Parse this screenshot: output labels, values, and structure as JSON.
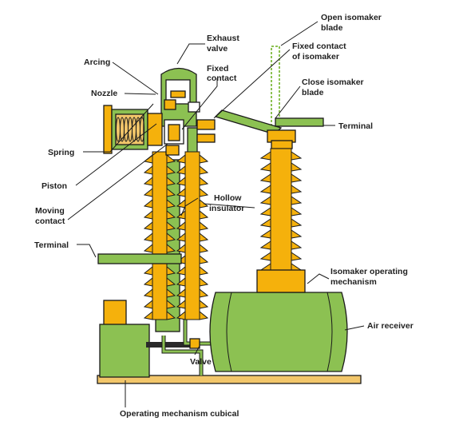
{
  "diagram": {
    "colors": {
      "green": "#8cc152",
      "orange": "#f5b10c",
      "outline": "#1a1a1a",
      "base": "#f2c66a",
      "text": "#1f1f1f"
    },
    "labels": {
      "open_blade_1": "Open isomaker",
      "open_blade_2": "blade",
      "exhaust_1": "Exhaust",
      "exhaust_2": "valve",
      "fixed_iso_1": "Fixed contact",
      "fixed_iso_2": "of isomaker",
      "arcing": "Arcing",
      "fixed_contact_1": "Fixed",
      "fixed_contact_2": "contact",
      "nozzle": "Nozzle",
      "close_blade_1": "Close isomaker",
      "close_blade_2": "blade",
      "terminal_right": "Terminal",
      "spring": "Spring",
      "piston": "Piston",
      "hollow_1": "Hollow",
      "hollow_2": "insulator",
      "moving_1": "Moving",
      "moving_2": "contact",
      "terminal_left": "Terminal",
      "iso_mech_1": "Isomaker operating",
      "iso_mech_2": "mechanism",
      "air_receiver": "Air receiver",
      "valve": "Valve",
      "cubical": "Operating mechanism cubical"
    }
  }
}
